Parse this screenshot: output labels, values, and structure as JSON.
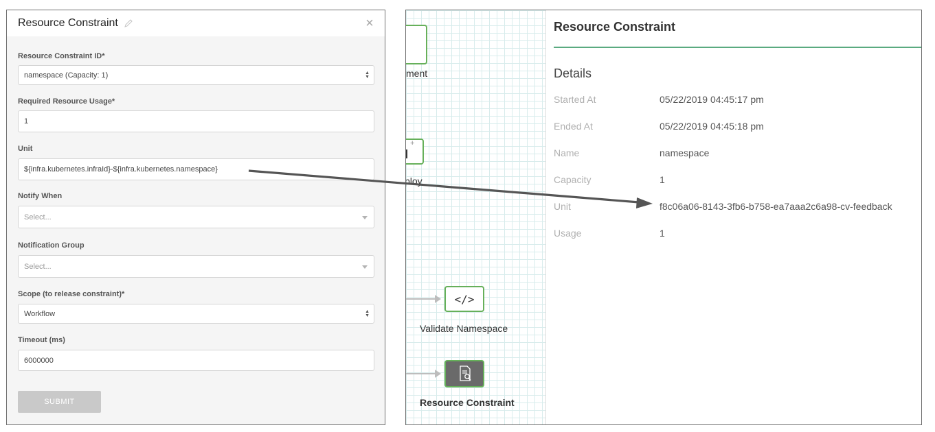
{
  "dialog": {
    "title": "Resource Constraint",
    "fields": {
      "resource_constraint_id": {
        "label": "Resource Constraint ID*",
        "value": "namespace (Capacity: 1)"
      },
      "required_usage": {
        "label": "Required Resource Usage*",
        "value": "1"
      },
      "unit": {
        "label": "Unit",
        "value": "${infra.kubernetes.infraId}-${infra.kubernetes.namespace}"
      },
      "notify_when": {
        "label": "Notify When",
        "placeholder": "Select..."
      },
      "notification_group": {
        "label": "Notification Group",
        "placeholder": "Select..."
      },
      "scope": {
        "label": "Scope (to release constraint)*",
        "value": "Workflow"
      },
      "timeout": {
        "label": "Timeout (ms)",
        "value": "6000000"
      }
    },
    "submit_label": "SUBMIT"
  },
  "canvas": {
    "nodes": [
      {
        "label": "ment"
      },
      {
        "label": "ploy"
      },
      {
        "label": "Validate Namespace"
      },
      {
        "label": "Resource Constraint"
      }
    ]
  },
  "details": {
    "title": "Resource Constraint",
    "section": "Details",
    "rows": [
      {
        "label": "Started At",
        "value": "05/22/2019 04:45:17 pm"
      },
      {
        "label": "Ended At",
        "value": "05/22/2019 04:45:18 pm"
      },
      {
        "label": "Name",
        "value": "namespace"
      },
      {
        "label": "Capacity",
        "value": "1"
      },
      {
        "label": "Unit",
        "value": "f8c06a06-8143-3fb6-b758-ea7aaa2c6a98-cv-feedback"
      },
      {
        "label": "Usage",
        "value": "1"
      }
    ]
  },
  "colors": {
    "accent_green": "#66b05a",
    "underline_green": "#5aaa80",
    "annotation_arrow": "#555555"
  }
}
